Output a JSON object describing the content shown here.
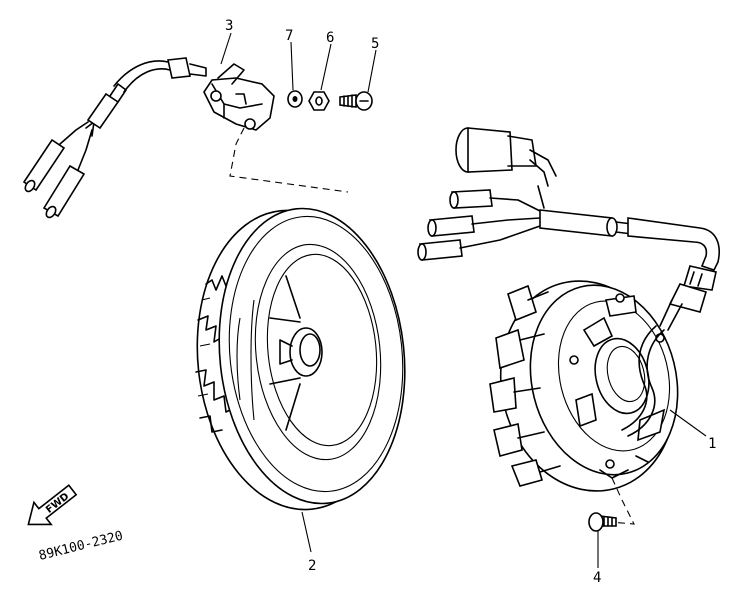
{
  "diagram": {
    "drawing_code": "89K100-2320",
    "fwd_label": "FWD",
    "callouts": {
      "c1": "1",
      "c2": "2",
      "c3": "3",
      "c4": "4",
      "c5": "5",
      "c6": "6",
      "c7": "7"
    }
  }
}
